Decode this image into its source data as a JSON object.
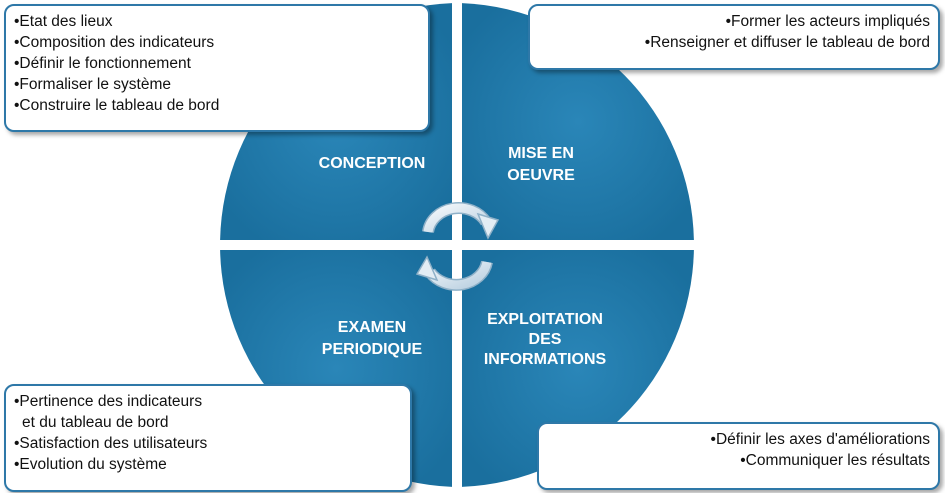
{
  "quadrants": {
    "top_left": {
      "label": "CONCEPTION"
    },
    "top_right": {
      "label_line1": "MISE EN",
      "label_line2": "OEUVRE"
    },
    "bottom_left": {
      "label_line1": "EXAMEN",
      "label_line2": "PERIODIQUE"
    },
    "bottom_right": {
      "label_line1": "EXPLOITATION",
      "label_line2": "DES",
      "label_line3": "INFORMATIONS"
    }
  },
  "notes": {
    "top_left": [
      "•Etat des lieux",
      "•Composition des indicateurs",
      "•Définir le fonctionnement",
      "•Formaliser le système",
      "•Construire le tableau de bord"
    ],
    "top_right": [
      "•Former les acteurs impliqués",
      "•Renseigner et diffuser le tableau de bord"
    ],
    "bottom_left": [
      "•Pertinence des indicateurs",
      "et du tableau de bord",
      "•Satisfaction des utilisateurs",
      "•Evolution du système"
    ],
    "bottom_right": [
      "•Définir les axes d'améliorations",
      "•Communiquer les résultats"
    ]
  },
  "colors": {
    "quadrant": "#1f78a8",
    "border": "#2e78a8",
    "arrow": "#d8e6f0"
  }
}
